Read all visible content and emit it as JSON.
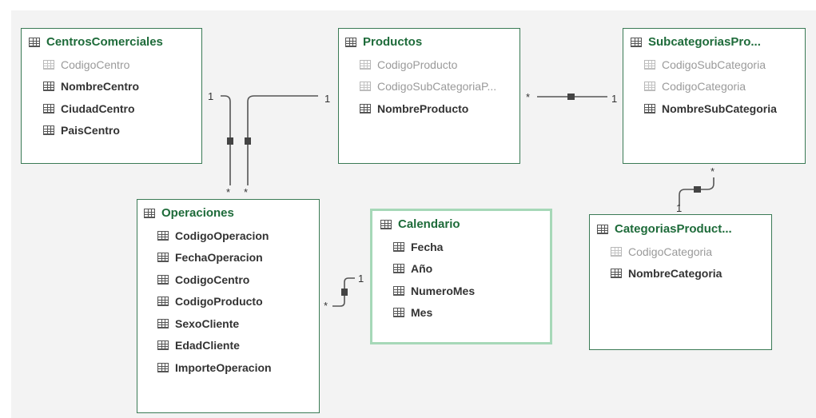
{
  "tables": {
    "centros": {
      "title": "CentrosComerciales",
      "fields": [
        {
          "name": "CodigoCentro",
          "key": true
        },
        {
          "name": "NombreCentro",
          "key": false
        },
        {
          "name": "CiudadCentro",
          "key": false
        },
        {
          "name": "PaisCentro",
          "key": false
        }
      ]
    },
    "productos": {
      "title": "Productos",
      "fields": [
        {
          "name": "CodigoProducto",
          "key": true
        },
        {
          "name": "CodigoSubCategoriaP...",
          "key": true
        },
        {
          "name": "NombreProducto",
          "key": false
        }
      ]
    },
    "subcategorias": {
      "title": "SubcategoriasPro...",
      "fields": [
        {
          "name": "CodigoSubCategoria",
          "key": true
        },
        {
          "name": "CodigoCategoria",
          "key": true
        },
        {
          "name": "NombreSubCategoria",
          "key": false
        }
      ]
    },
    "operaciones": {
      "title": "Operaciones",
      "fields": [
        {
          "name": "CodigoOperacion",
          "key": false
        },
        {
          "name": "FechaOperacion",
          "key": false
        },
        {
          "name": "CodigoCentro",
          "key": false
        },
        {
          "name": "CodigoProducto",
          "key": false
        },
        {
          "name": "SexoCliente",
          "key": false
        },
        {
          "name": "EdadCliente",
          "key": false
        },
        {
          "name": "ImporteOperacion",
          "key": false
        }
      ]
    },
    "calendario": {
      "title": "Calendario",
      "fields": [
        {
          "name": "Fecha",
          "key": false
        },
        {
          "name": "Año",
          "key": false
        },
        {
          "name": "NumeroMes",
          "key": false
        },
        {
          "name": "Mes",
          "key": false
        }
      ]
    },
    "categorias": {
      "title": "CategoriasProduct...",
      "fields": [
        {
          "name": "CodigoCategoria",
          "key": true
        },
        {
          "name": "NombreCategoria",
          "key": false
        }
      ]
    }
  },
  "relationships": {
    "centros_operaciones": {
      "one": "1",
      "many": "*"
    },
    "productos_operaciones": {
      "one": "1",
      "many": "*"
    },
    "subcategorias_productos": {
      "one": "1",
      "many": "*"
    },
    "categorias_subcategorias": {
      "one": "1",
      "many": "*"
    },
    "calendario_operaciones": {
      "one": "1",
      "many": "*"
    }
  }
}
